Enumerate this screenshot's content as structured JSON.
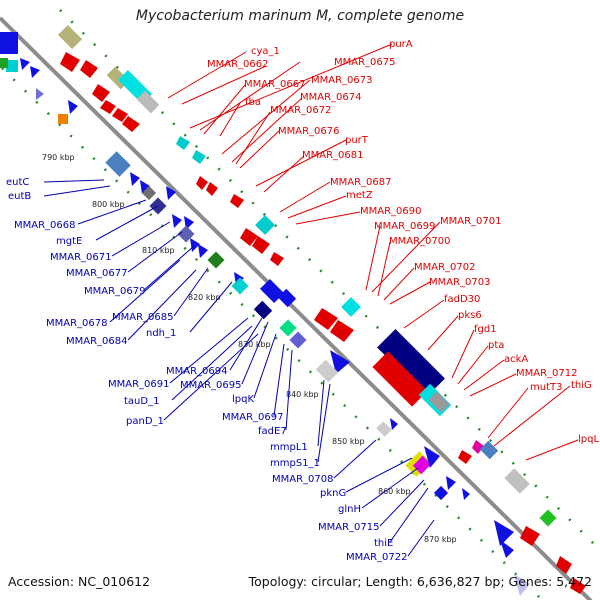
{
  "title": "Mycobacterium marinum M, complete genome",
  "accession": "Accession: NC_010612",
  "summary": "Topology: circular; Length: 6,636,827 bp; Genes: 5,472",
  "kbp_labels": [
    "790 kbp",
    "800 kbp",
    "810 kbp",
    "820 kbp",
    "830 kbp",
    "840 kbp",
    "850 kbp",
    "860 kbp",
    "870 kbp"
  ],
  "red_labels": [
    "cya_1",
    "MMAR_0662",
    "purA",
    "MMAR_0675",
    "MMAR_0667",
    "MMAR_0673",
    "fba",
    "MMAR_0674",
    "MMAR_0672",
    "MMAR_0676",
    "purT",
    "MMAR_0681",
    "MMAR_0687",
    "metZ",
    "MMAR_0690",
    "MMAR_0699",
    "MMAR_0701",
    "MMAR_0700",
    "MMAR_0702",
    "MMAR_0703",
    "fadD30",
    "pks6",
    "fgd1",
    "pta",
    "ackA",
    "MMAR_0712",
    "mutT3",
    "thiG",
    "lpqL"
  ],
  "blue_labels": [
    "eutC",
    "eutB",
    "MMAR_0668",
    "mgtE",
    "MMAR_0671",
    "MMAR_0677",
    "MMAR_0679",
    "MMAR_0678",
    "MMAR_0685",
    "ndh_1",
    "MMAR_0684",
    "MMAR_0694",
    "MMAR_0691",
    "MMAR_0695",
    "tauD_1",
    "lpqK",
    "panD_1",
    "MMAR_0697",
    "fadE7",
    "mmpL1",
    "mmpS1_1",
    "MMAR_0708",
    "pknG",
    "glnH",
    "MMAR_0715",
    "thiE",
    "MMAR_0722"
  ],
  "colors": {
    "backbone": "#8c8c8c",
    "forward": "#e00000",
    "reverse": "#1010e0",
    "gc": "#2a8a2a"
  }
}
